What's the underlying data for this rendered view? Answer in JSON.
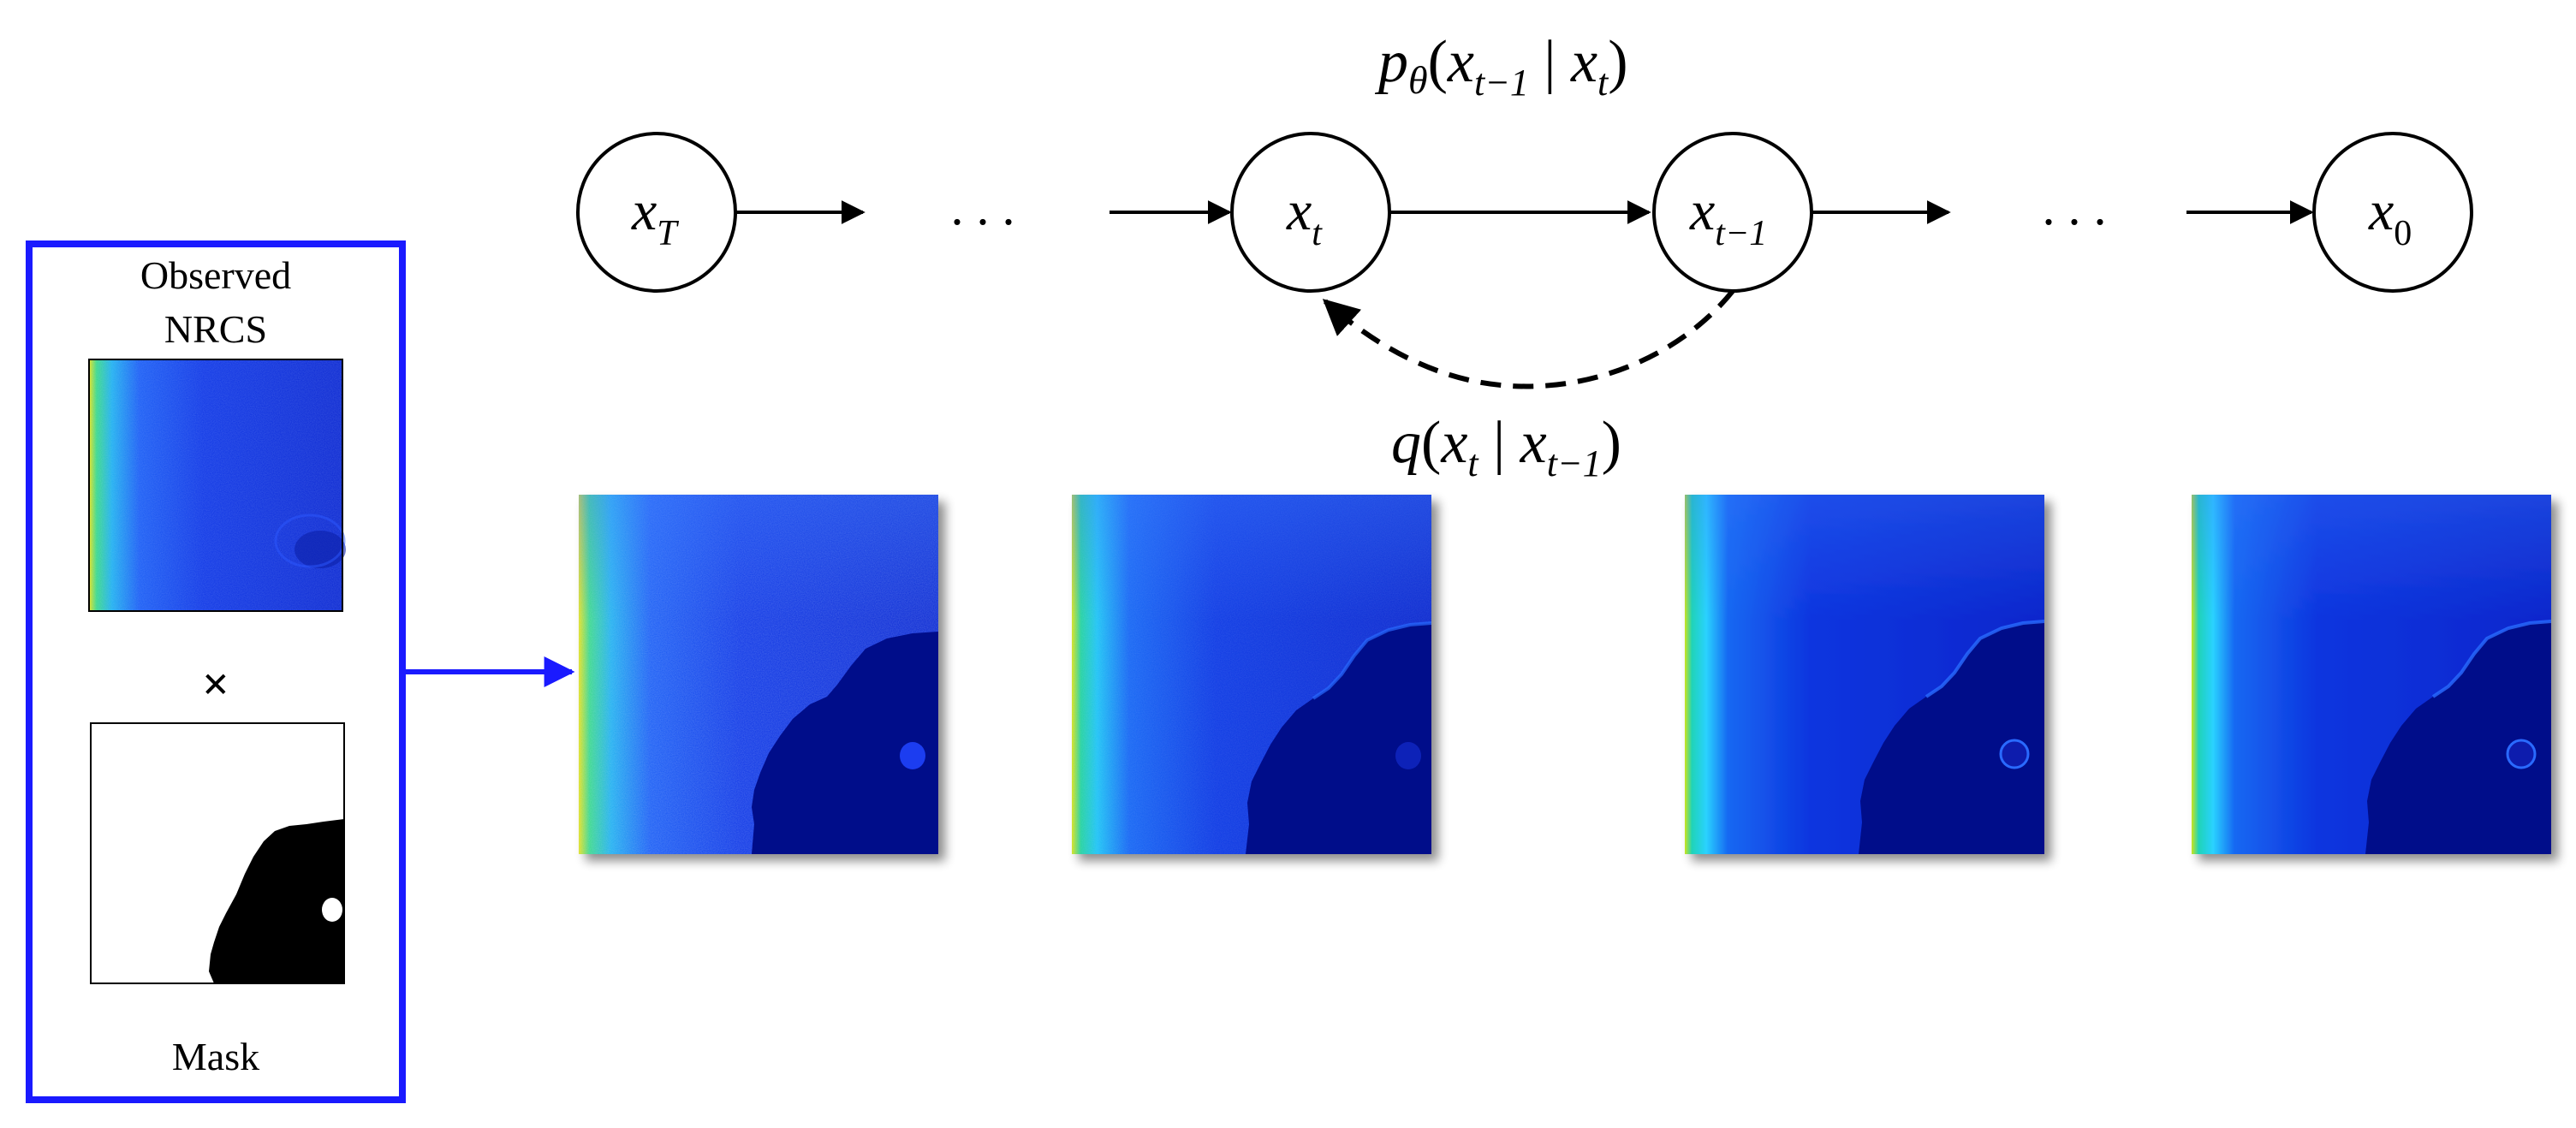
{
  "input_panel": {
    "observed_label_line1": "Observed",
    "observed_label_line2": "NRCS",
    "multiply_symbol": "×",
    "mask_label": "Mask"
  },
  "chain": {
    "ellipsis_left": ". . .",
    "ellipsis_right": ". . .",
    "nodes": [
      {
        "id": "xT",
        "base": "x",
        "sub": "T"
      },
      {
        "id": "xt",
        "base": "x",
        "sub": "t"
      },
      {
        "id": "xt1",
        "base": "x",
        "sub": "t−1"
      },
      {
        "id": "x0",
        "base": "x",
        "sub": "0"
      }
    ],
    "reverse_label": {
      "p": "p",
      "theta": "θ",
      "open": "(",
      "x1": "x",
      "sub1": "t−1",
      "bar": " | ",
      "x2": "x",
      "sub2": "t",
      "close": ")"
    },
    "forward_label": {
      "q": "q",
      "open": "(",
      "x1": "x",
      "sub1": "t",
      "bar": " | ",
      "x2": "x",
      "sub2": "t−1",
      "close": ")"
    }
  },
  "colors": {
    "frame_blue": "#1a1aff",
    "deep_blue": "#000c8a",
    "field_blue": "#0a2be8",
    "mask_black": "#000000"
  }
}
